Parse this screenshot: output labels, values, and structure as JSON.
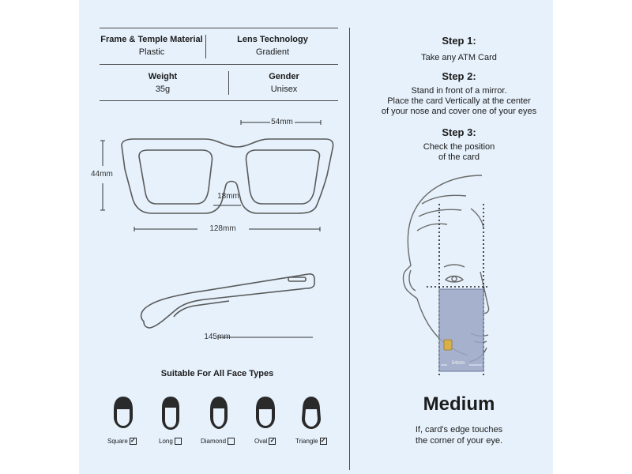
{
  "specs": {
    "frame_material": {
      "label": "Frame & Temple Material",
      "value": "Plastic"
    },
    "lens_technology": {
      "label": "Lens Technology",
      "value": "Gradient"
    },
    "weight": {
      "label": "Weight",
      "value": "35g"
    },
    "gender": {
      "label": "Gender",
      "value": "Unisex"
    }
  },
  "dimensions": {
    "lens_width": "54mm",
    "lens_height": "44mm",
    "bridge": "18mm",
    "frame_width": "128mm",
    "temple_length": "145mm",
    "card_width": "54mm"
  },
  "face_types": {
    "title": "Suitable For All Face Types",
    "items": [
      {
        "label": "Square",
        "checked": true,
        "mark": "✓"
      },
      {
        "label": "Long",
        "checked": false,
        "mark": ""
      },
      {
        "label": "Diamond",
        "checked": false,
        "mark": ""
      },
      {
        "label": "Oval",
        "checked": true,
        "mark": "✓"
      },
      {
        "label": "Triangle",
        "checked": true,
        "mark": "✓"
      }
    ]
  },
  "steps": [
    {
      "title": "Step 1:",
      "lines": [
        "Take any ATM Card"
      ]
    },
    {
      "title": "Step 2:",
      "lines": [
        "Stand in front of a mirror.",
        "Place the card Vertically at the center",
        "of your nose and cover one of your eyes"
      ]
    },
    {
      "title": "Step 3:",
      "lines": [
        "Check the position",
        "of the card"
      ]
    }
  ],
  "result": {
    "size": "Medium",
    "note_lines": [
      "If, card's edge touches",
      "the corner of your eye."
    ]
  },
  "colors": {
    "panel_bg": "#e6f1fb",
    "line": "#4a4a4a",
    "card": "#9aa6c4",
    "chip": "#d8b04a"
  }
}
